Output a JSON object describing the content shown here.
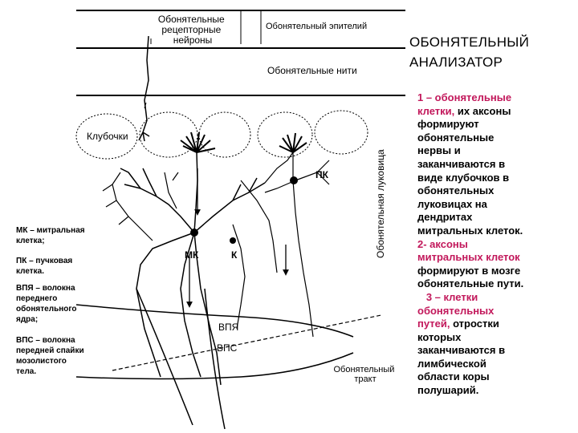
{
  "diagram": {
    "receptor_neurons": [
      "Обонятельные",
      "рецепторные",
      "нейроны"
    ],
    "epithelium": "Обонятельный эпителий",
    "olfactory_threads": "Обонятельные нити",
    "glomeruli": "Клубочки",
    "olfactory_bulb": "Обонятельная луковица",
    "pk": "ПК",
    "mk": "МК",
    "k": "К",
    "vpya": "ВПЯ",
    "vps": "ВПС",
    "tract": [
      "Обонятельный",
      "тракт"
    ]
  },
  "title": [
    "ОБОНЯТЕЛЬНЫЙ",
    "АНАЛИЗАТОР"
  ],
  "description": [
    {
      "text": "1 – обонятельные",
      "accent": true
    },
    {
      "text": "клетки,",
      "accent": true,
      "tail": " их аксоны"
    },
    {
      "text": "формируют"
    },
    {
      "text": "обонятельные"
    },
    {
      "text": "нервы и"
    },
    {
      "text": "заканчиваются в"
    },
    {
      "text": "виде клубочков в"
    },
    {
      "text": "обонятельных"
    },
    {
      "text": "луковицах на"
    },
    {
      "text": "дендритах"
    },
    {
      "text": "митральных клеток."
    },
    {
      "text": "2- аксоны",
      "accent": true
    },
    {
      "text": "митральных клеток",
      "accent": true
    },
    {
      "text": "формируют  в мозге"
    },
    {
      "text": "обонятельные пути."
    },
    {
      "text": "   3 – клетки",
      "accent": true
    },
    {
      "text": "обонятельных",
      "accent": true
    },
    {
      "text": "путей,",
      "accent": true,
      "tail": " отростки"
    },
    {
      "text": "которых"
    },
    {
      "text": "заканчиваются в"
    },
    {
      "text": "лимбической"
    },
    {
      "text": "области коры"
    },
    {
      "text": "полушарий."
    }
  ],
  "legend": {
    "mk": [
      "МК – митральная",
      "клетка;"
    ],
    "pk": [
      "ПК – пучковая",
      "клетка."
    ],
    "vpya": [
      "ВПЯ – волокна",
      "переднего",
      "обонятельного",
      "ядра;"
    ],
    "vps": [
      "ВПС – волокна",
      "передней спайки",
      "мозолистого",
      "тела."
    ]
  },
  "colors": {
    "accent": "#c2185b",
    "ink": "#000000"
  }
}
